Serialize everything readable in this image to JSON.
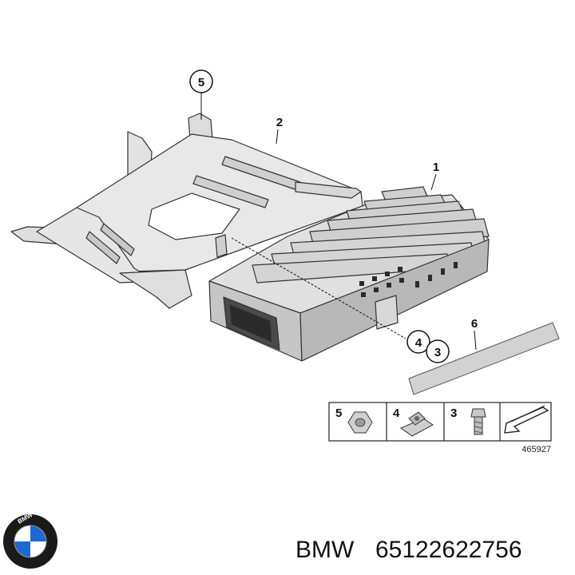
{
  "callouts": [
    {
      "id": "1",
      "label": "1"
    },
    {
      "id": "2",
      "label": "2"
    },
    {
      "id": "3",
      "label": "3"
    },
    {
      "id": "4",
      "label": "4"
    },
    {
      "id": "5",
      "label": "5"
    },
    {
      "id": "6",
      "label": "6"
    }
  ],
  "legend": {
    "cells": [
      {
        "label": "5",
        "icon": "hex-nut-icon"
      },
      {
        "label": "4",
        "icon": "clip-nut-icon"
      },
      {
        "label": "3",
        "icon": "bolt-icon"
      },
      {
        "label": "",
        "icon": "arrow-icon"
      }
    ],
    "ref_number": "465927"
  },
  "caption": {
    "brand": "BMW",
    "part_number": "65122622756"
  },
  "logo": {
    "icon": "bmw-logo-icon",
    "text": "BMW",
    "colors": {
      "ring": "#1a1a1a",
      "blue": "#1c69d4",
      "white": "#ffffff"
    }
  },
  "colors": {
    "line": "#333333",
    "fill": "#e6e6e6",
    "shade": "#c8c8c8",
    "dark": "#8a8a8a"
  }
}
